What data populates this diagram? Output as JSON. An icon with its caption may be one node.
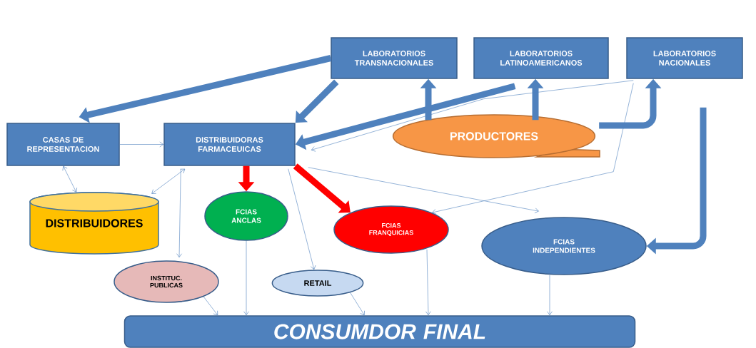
{
  "diagram": {
    "nodes": [
      {
        "text": [
          "LABORATORIOS TRANSNACIONALES"
        ]
      },
      {
        "text": [
          "LABORATORIOS LATINOAMERICANOS"
        ]
      },
      {
        "text": [
          "LABORATORIOS NACIONALES"
        ]
      },
      {
        "text": [
          "CASAS DE REPRESENTACION"
        ]
      },
      {
        "text": [
          "DISTRIBUIDORAS FARMACEUICAS"
        ]
      },
      {
        "text": [
          "PRODUCTORES"
        ]
      },
      {
        "text": [
          "DISTRIBUIDORES"
        ]
      },
      {
        "text": [
          "FCIAS ANCLAS"
        ]
      },
      {
        "text": [
          "FCIAS FRANQUICIAS"
        ]
      },
      {
        "text": [
          "FCIAS INDEPENDIENTES"
        ]
      },
      {
        "text": [
          "INSTITUC. PUBLICAS"
        ]
      },
      {
        "text": [
          "RETAIL"
        ]
      },
      {
        "text": [
          "CONSUMDOR FINAL"
        ]
      }
    ],
    "edges": [
      {
        "from": 0,
        "to": 3,
        "arrow": "to",
        "style": "thick"
      },
      {
        "from": 0,
        "to": 4,
        "arrow": "to",
        "style": "thick"
      },
      {
        "from": 1,
        "to": 4,
        "arrow": "to",
        "style": "thick"
      },
      {
        "from": 5,
        "to": 0,
        "arrow": "to",
        "style": "thick"
      },
      {
        "from": 5,
        "to": 1,
        "arrow": "to",
        "style": "thick"
      },
      {
        "from": 5,
        "to": 2,
        "arrow": "to",
        "style": "thick"
      },
      {
        "from": 2,
        "to": 9,
        "arrow": "to",
        "style": "thick"
      },
      {
        "from": 4,
        "to": 7,
        "arrow": "to",
        "style": "thick",
        "color": "#ff0000"
      },
      {
        "from": 4,
        "to": 8,
        "arrow": "to",
        "style": "thick",
        "color": "#ff0000"
      },
      {
        "from": 3,
        "to": 4,
        "arrow": "to"
      },
      {
        "from": 3,
        "to": 6,
        "arrow": "both"
      },
      {
        "from": 4,
        "to": 6,
        "arrow": "both"
      },
      {
        "from": 4,
        "to": 10,
        "arrow": "to"
      },
      {
        "from": 4,
        "to": 11,
        "arrow": "to"
      },
      {
        "from": 4,
        "to": 9,
        "arrow": "to"
      },
      {
        "from": 2,
        "to": 4,
        "arrow": "to"
      },
      {
        "from": 2,
        "to": 8,
        "arrow": "to"
      },
      {
        "from": 10,
        "to": 12,
        "arrow": "to"
      },
      {
        "from": 7,
        "to": 12,
        "arrow": "to"
      },
      {
        "from": 11,
        "to": 12,
        "arrow": "to"
      },
      {
        "from": 8,
        "to": 12,
        "arrow": "to"
      },
      {
        "from": 9,
        "to": 12,
        "arrow": "to"
      }
    ]
  }
}
